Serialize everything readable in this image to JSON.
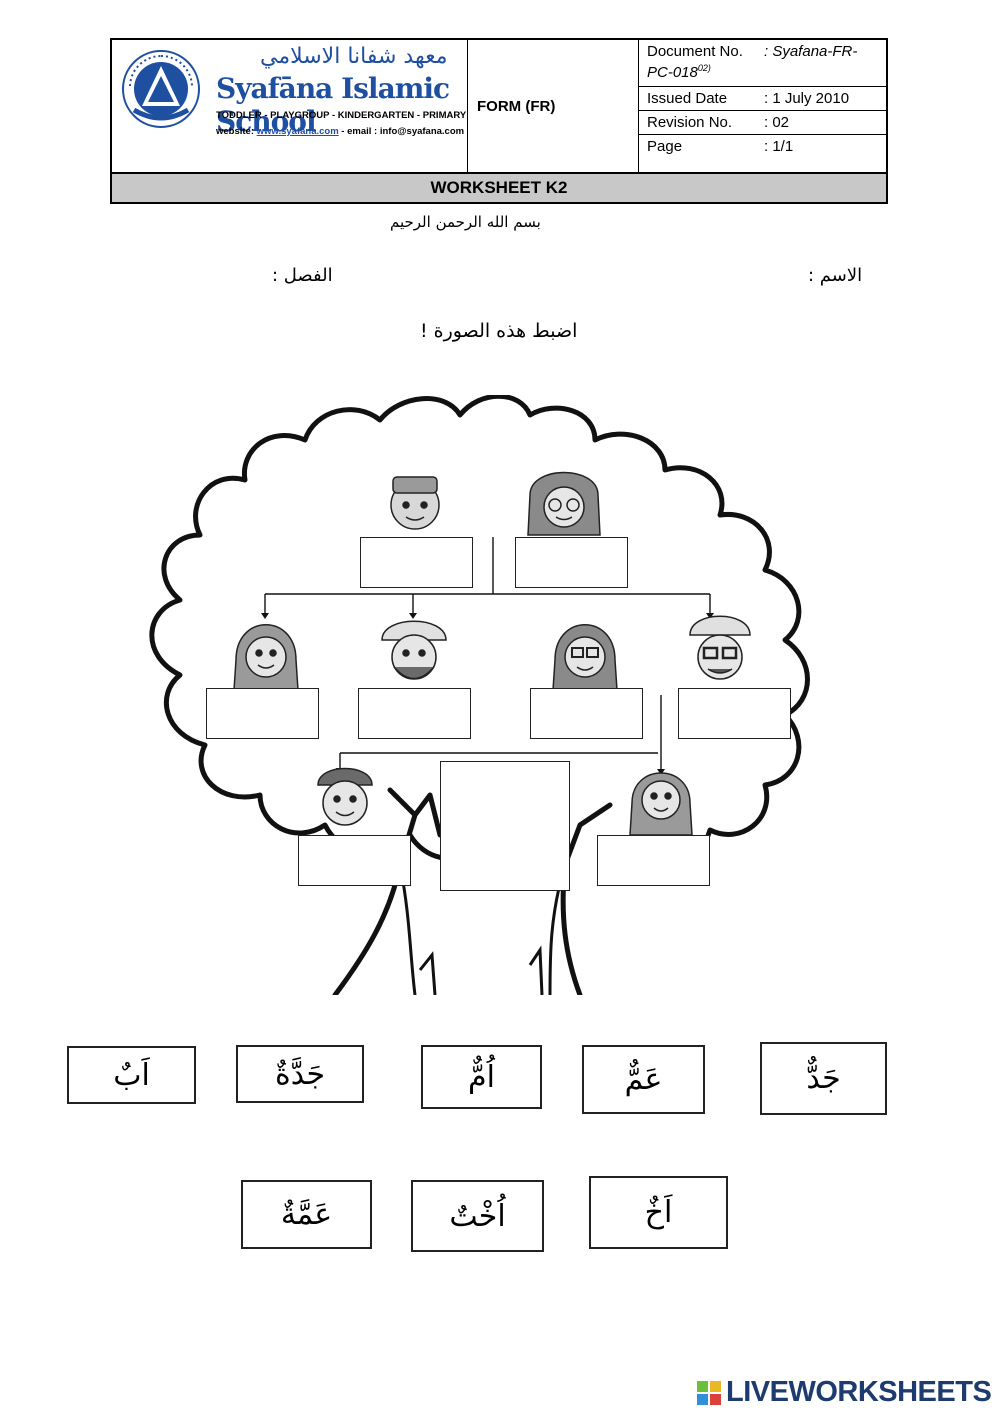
{
  "header": {
    "school_arabic": "معهد شفانا الاسلامي",
    "school_name": "Syafāna Islamic School",
    "emblem_text": "Creating Dynamic Muslims to be Future Leaders · Syafana Islamic School",
    "levels": "TODDLER - PLAYGROUP - KINDERGARTEN - PRIMARY",
    "website_label": "website: ",
    "website": "www.syafana.com",
    "email_label": " - email : ",
    "email": "info@syafana.com",
    "form": "FORM (FR)",
    "meta": {
      "doc_no_label": "Document No.",
      "doc_no_value": ": Syafana-FR-",
      "doc_no_value2": "PC-018",
      "doc_no_sup": "02)",
      "issued_label": "Issued Date",
      "issued_value": ": 1 July 2010",
      "revision_label": "Revision No.",
      "revision_value": ": 02",
      "page_label": "Page",
      "page_value": ": 1/1"
    },
    "title": "WORKSHEET K2"
  },
  "basmala": "بسم الله الرحمن الرحيم",
  "name_label": "الاسم :",
  "class_label": "الفصل :",
  "instruction": "اضبط هذه الصورة !",
  "cards_row1": [
    "اَبٌ",
    "جَدَّةٌ",
    "اُمٌّ",
    "عَمٌّ",
    "جَدٌّ"
  ],
  "cards_row2": [
    "عَمَّةٌ",
    "اُخْتٌ",
    "اَخٌ"
  ],
  "brand": "LIVEWORKSHEETS",
  "colors": {
    "brand_blue": "#1f4fa0",
    "title_bar": "#c8c8c8",
    "footer_brand": "#1d3b6e"
  }
}
